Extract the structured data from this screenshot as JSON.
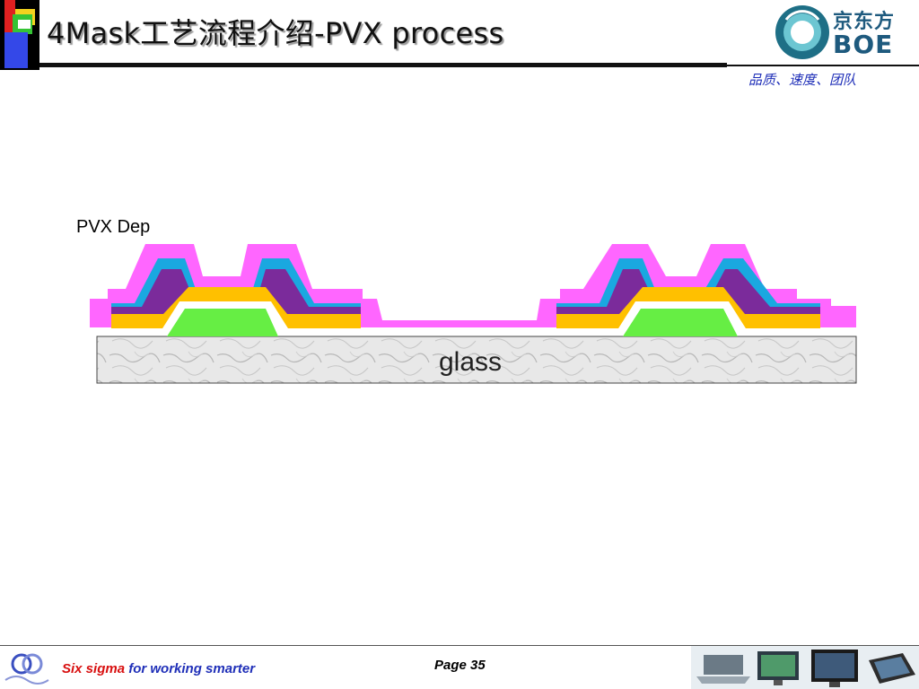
{
  "header": {
    "title": "4Mask工艺流程介绍-PVX process",
    "brand_cn": "京东方",
    "brand_en": "BOE",
    "slogan": "品质、速度、团队"
  },
  "diagram": {
    "step_label": "PVX Dep",
    "substrate_label": "glass",
    "colors": {
      "pvx": "#ff66ff",
      "sd_metal": "#1aa8e0",
      "n_plus": "#7b2b9b",
      "active": "#ffc000",
      "gate_insulator": "#ffffff",
      "gate": "#66ee44",
      "glass": "#e6e6e6"
    }
  },
  "footer": {
    "slogan_part1": "Six sigma",
    "slogan_part2": " for working smarter",
    "page": "Page 35"
  }
}
